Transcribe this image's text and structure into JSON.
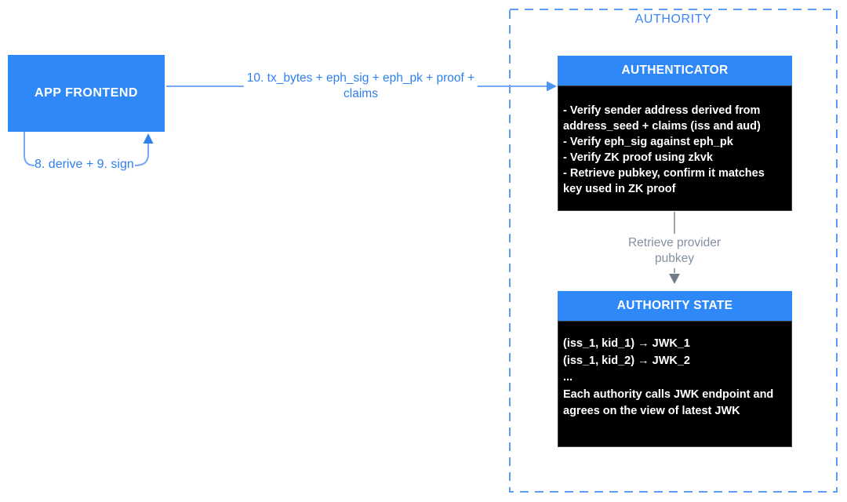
{
  "container": {
    "title": "AUTHORITY"
  },
  "nodes": {
    "app_frontend": {
      "label": "APP FRONTEND"
    },
    "authenticator": {
      "title": "AUTHENTICATOR",
      "body": "- Verify sender address derived from\naddress_seed + claims (iss and aud)\n- Verify eph_sig against eph_pk\n- Verify ZK proof using zkvk\n- Retrieve pubkey, confirm it matches\nkey used in ZK proof"
    },
    "authority_state": {
      "title": "AUTHORITY STATE",
      "body": "(iss_1, kid_1) → JWK_1\n(iss_1, kid_2) → JWK_2\n...\nEach authority calls JWK endpoint and\nagrees on the view of latest JWK"
    }
  },
  "edges": {
    "frontend_to_authenticator": {
      "label": "10. tx_bytes + eph_sig + eph_pk + proof +\nclaims"
    },
    "self_loop": {
      "label": "8. derive + 9. sign"
    },
    "authenticator_to_state": {
      "label": "Retrieve provider\npubkey"
    }
  },
  "colors": {
    "node_blue": "#2F88F8",
    "label_blue": "#2F80ED",
    "arrow_blue": "#74A7F7",
    "arrowhead_blue": "#4D94F7",
    "dashed_border_blue": "#5E9DF7",
    "authority_title_blue": "#3D85F0",
    "gray_label": "#8290A0",
    "gray_arrow": "#9AA5B0",
    "gray_arrowhead": "#707C89",
    "panel_black": "#000000",
    "text_white": "#FFFFFF"
  }
}
